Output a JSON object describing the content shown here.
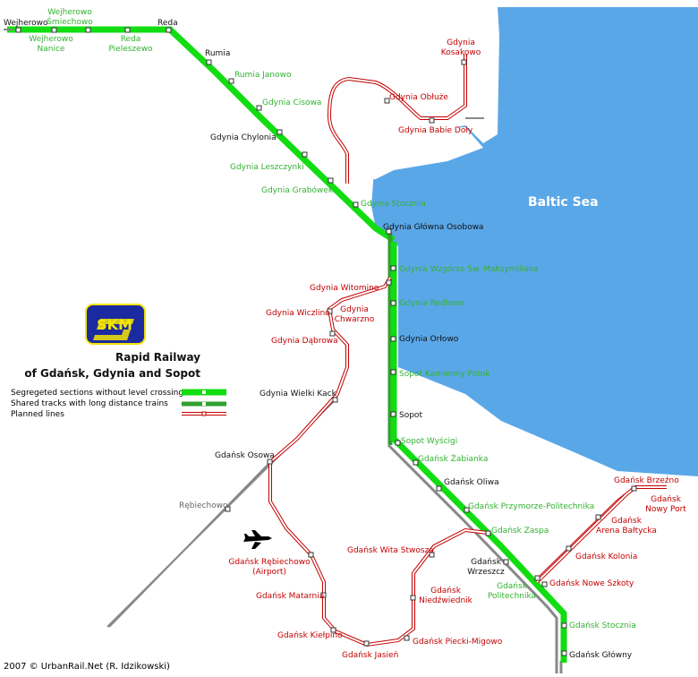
{
  "title_lines": [
    "Rapid Railway",
    "of Gdańsk, Gdynia and Sopot"
  ],
  "sea_label": "Baltic Sea",
  "logo_text": "SKM",
  "credit": "2007 © UrbanRail.Net (R. Idzikowski)",
  "colors": {
    "sea": "#5aa7e8",
    "skm_line": "#11dd11",
    "shared_line": "#2fa02f",
    "planned_line": "#c40000",
    "long_distance": "#888888",
    "logo_bg": "#1b2aa0",
    "logo_fg": "#f4e400"
  },
  "legend": {
    "segregated": "Segregeted sections without level crossings",
    "shared": "Shared tracks with long distance trains",
    "planned": "Planned lines"
  },
  "stations": {
    "wejherowo": "Wejherowo",
    "wejherowo_smiechowo": [
      "Wejherowo",
      "Śmiechowo"
    ],
    "wejherowo_nanice": [
      "Wejherowo",
      "Nanice"
    ],
    "reda_pieleszewo": [
      "Reda",
      "Pieleszewo"
    ],
    "reda": "Reda",
    "rumia": "Rumia",
    "rumia_janowo": "Rumia Janowo",
    "gdynia_cisowa": "Gdynia Cisowa",
    "gdynia_chylonia": "Gdynia Chylonia",
    "gdynia_leszczynki": "Gdynia Leszczynki",
    "gdynia_grabowek": "Gdynia Grabówek",
    "gdynia_stocznia": "Gdynia Stocznia",
    "gdynia_glowna": "Gdynia Główna Osobowa",
    "gdynia_wzgorze": "Gdynia Wzgórze Św. Maksymiliana",
    "gdynia_redlowo": "Gdynia Redłowo",
    "gdynia_orlowo": "Gdynia Orłowo",
    "sopot_kamienny": "Sopot Kamienny Potok",
    "sopot": "Sopot",
    "sopot_wyscigi": "Sopot Wyścigi",
    "gdansk_zabianka": "Gdańsk Żabianka",
    "gdansk_oliwa": "Gdańsk Oliwa",
    "gdansk_przymorze": "Gdańsk Przymorze-Politechnika",
    "gdansk_zaspa": "Gdańsk Zaspa",
    "gdansk_wrzeszcz": [
      "Gdańsk",
      "Wrzeszcz"
    ],
    "gdansk_politechnika": [
      "Gdańsk",
      "Politechnika"
    ],
    "gdansk_stocznia": "Gdańsk Stocznia",
    "gdansk_glowny": "Gdańsk Główny",
    "gdynia_kosakowo": [
      "Gdynia",
      "Kosakowo"
    ],
    "gdynia_obluze": "Gdynia Obłuże",
    "gdynia_babie_doly": "Gdynia Babie Doły",
    "gdynia_witomino": "Gdynia Witomino",
    "gdynia_wiczlino": "Gdynia Wiczlino",
    "gdynia_chwarzno": [
      "Gdynia",
      "Chwarzno"
    ],
    "gdynia_dabrowa": "Gdynia Dąbrowa",
    "gdynia_wielki_kack": "Gdynia Wielki Kack",
    "gdansk_osowa": "Gdańsk Osowa",
    "rebiechowo": "Rębiechowo",
    "gdansk_rebiechowo_airport": [
      "Gdańsk Rębiechowo",
      "(Airport)"
    ],
    "gdansk_matarnia": "Gdańsk Matarnia",
    "gdansk_kielpino": "Gdańsk Kiełpino",
    "gdansk_jasien": "Gdańsk Jasień",
    "gdansk_piecki": "Gdańsk Piecki-Migowo",
    "gdansk_niedzwiednik": [
      "Gdańsk",
      "Niedźwiednik"
    ],
    "gdansk_wita_stwosza": "Gdańsk Wita Stwosza",
    "gdansk_brzezno": "Gdańsk Brzeźno",
    "gdansk_nowy_port": [
      "Gdańsk",
      "Nowy Port"
    ],
    "gdansk_arena": [
      "Gdańsk",
      "Arena Bałtycka"
    ],
    "gdansk_kolonia": "Gdańsk Kolonia",
    "gdansk_nowe_szkoty": "Gdańsk Nowe Szkoty"
  }
}
